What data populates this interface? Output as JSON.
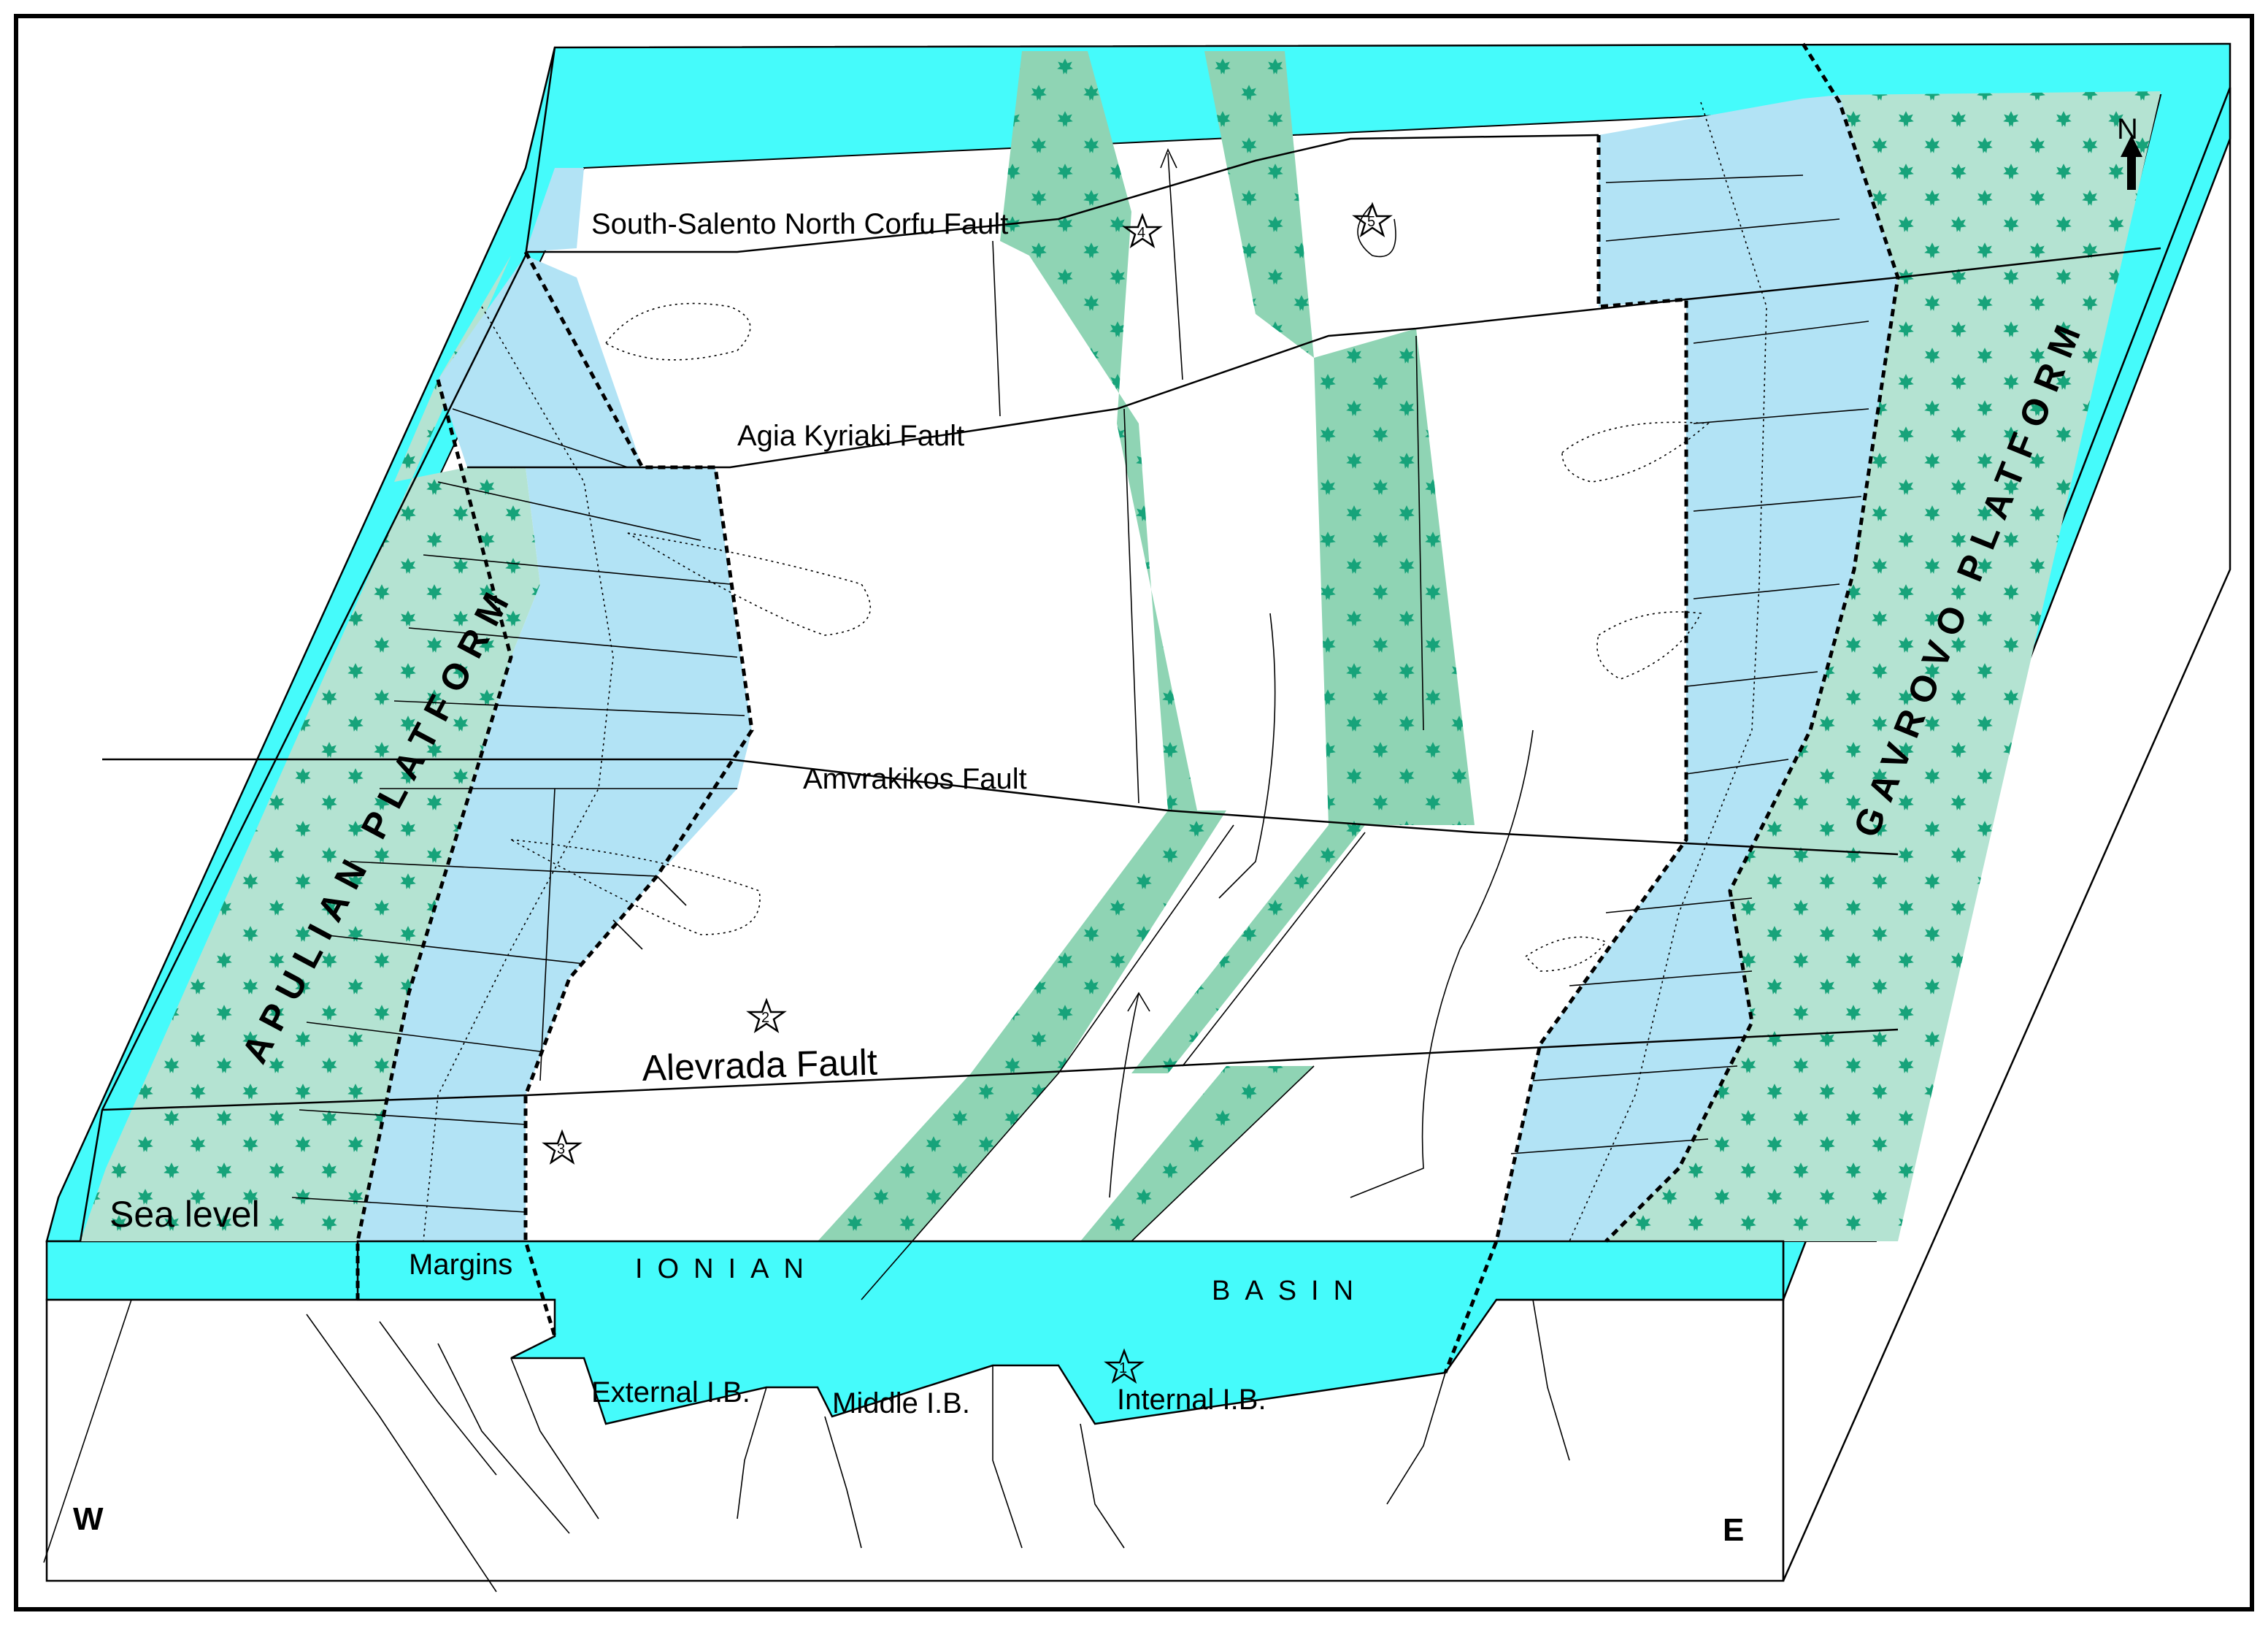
{
  "colors": {
    "sea": "#45fbfb",
    "slope": "#b2e3f5",
    "platform_light": "#b4e3d2",
    "platform_dark": "#8fd4b4",
    "pattern_leaf": "#17a37a",
    "white": "#ffffff"
  },
  "icons": [
    "leaf-pattern-icon",
    "star-icon",
    "north-arrow-icon",
    "curved-arrow-icon",
    "fan-lobe-icon",
    "fault-hatch-icon"
  ],
  "labels": {
    "fault_south_salento": "South-Salento North Corfu Fault",
    "fault_agia_kyriaki": "Agia Kyriaki Fault",
    "fault_amvrakikos": "Amvrakikos Fault",
    "fault_alevrada": "Alevrada Fault",
    "apulian_platform": "APULIAN PLATFORM",
    "gavrovo_platform": "GAVROVO PLATFORM",
    "sea_level": "Sea level",
    "margins": "Margins",
    "ionian": "IONIAN",
    "basin": "BASIN",
    "external_ib": "External I.B.",
    "middle_ib": "Middle I.B.",
    "internal_ib": "Internal I.B.",
    "west": "W",
    "east": "E",
    "north": "N"
  },
  "stars": [
    "1",
    "2",
    "3",
    "4",
    "5"
  ]
}
